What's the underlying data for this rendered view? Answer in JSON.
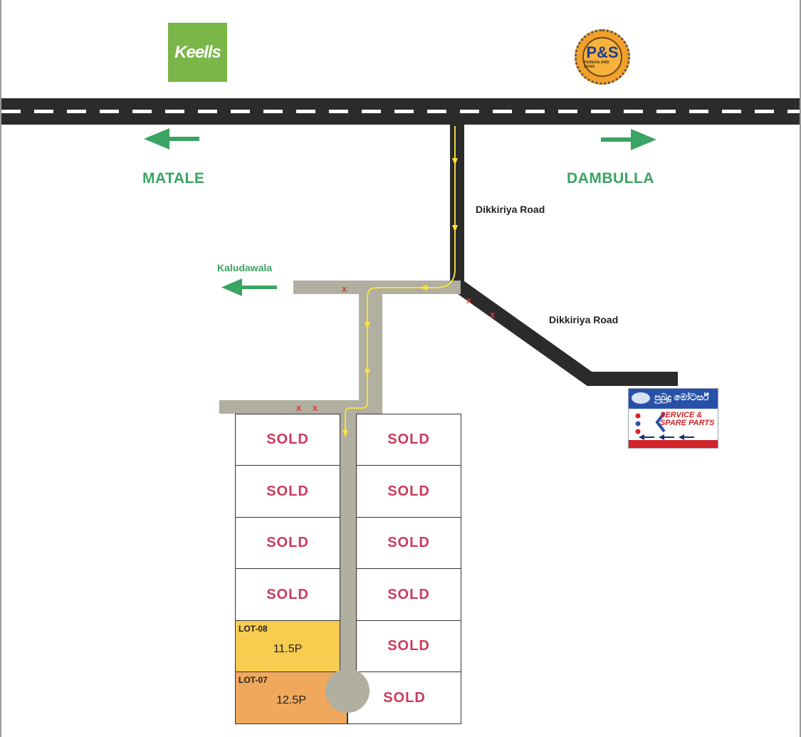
{
  "labels": {
    "matale": "MATALE",
    "dambulla": "DAMBULLA",
    "dikkiriya_road_1": "Dikkiriya Road",
    "dikkiriya_road_2": "Dikkiriya Road",
    "kaludawala": "Kaludawala"
  },
  "landmarks": {
    "keells": "Keells",
    "ps_logo": "P&S",
    "ps_subtext": "PERERA AND SONS",
    "shop_sign": {
      "title": "පුබුදු මෝටර්ස්",
      "service": "SERVICE &",
      "spare_parts": "SPARE PARTS"
    }
  },
  "road_markers": [
    "x",
    "x",
    "x",
    "x",
    "x"
  ],
  "lots": {
    "left": [
      {
        "status": "SOLD"
      },
      {
        "status": "SOLD"
      },
      {
        "status": "SOLD"
      },
      {
        "status": "SOLD"
      },
      {
        "id": "LOT-08",
        "size": "11.5P",
        "status": "available",
        "color": "#f7cc4f"
      },
      {
        "id": "LOT-07",
        "size": "12.5P",
        "status": "available",
        "color": "#f0a85c"
      }
    ],
    "right": [
      {
        "status": "SOLD"
      },
      {
        "status": "SOLD"
      },
      {
        "status": "SOLD"
      },
      {
        "status": "SOLD"
      },
      {
        "status": "SOLD"
      },
      {
        "status": "SOLD"
      }
    ]
  },
  "colors": {
    "main_road": "#2b2b2b",
    "gravel_road": "#b0afa0",
    "route_arrow": "#ffe43a",
    "direction_arrow": "#3aa462",
    "sold_text": "#cc3a5c",
    "marker": "#e03a3a"
  }
}
